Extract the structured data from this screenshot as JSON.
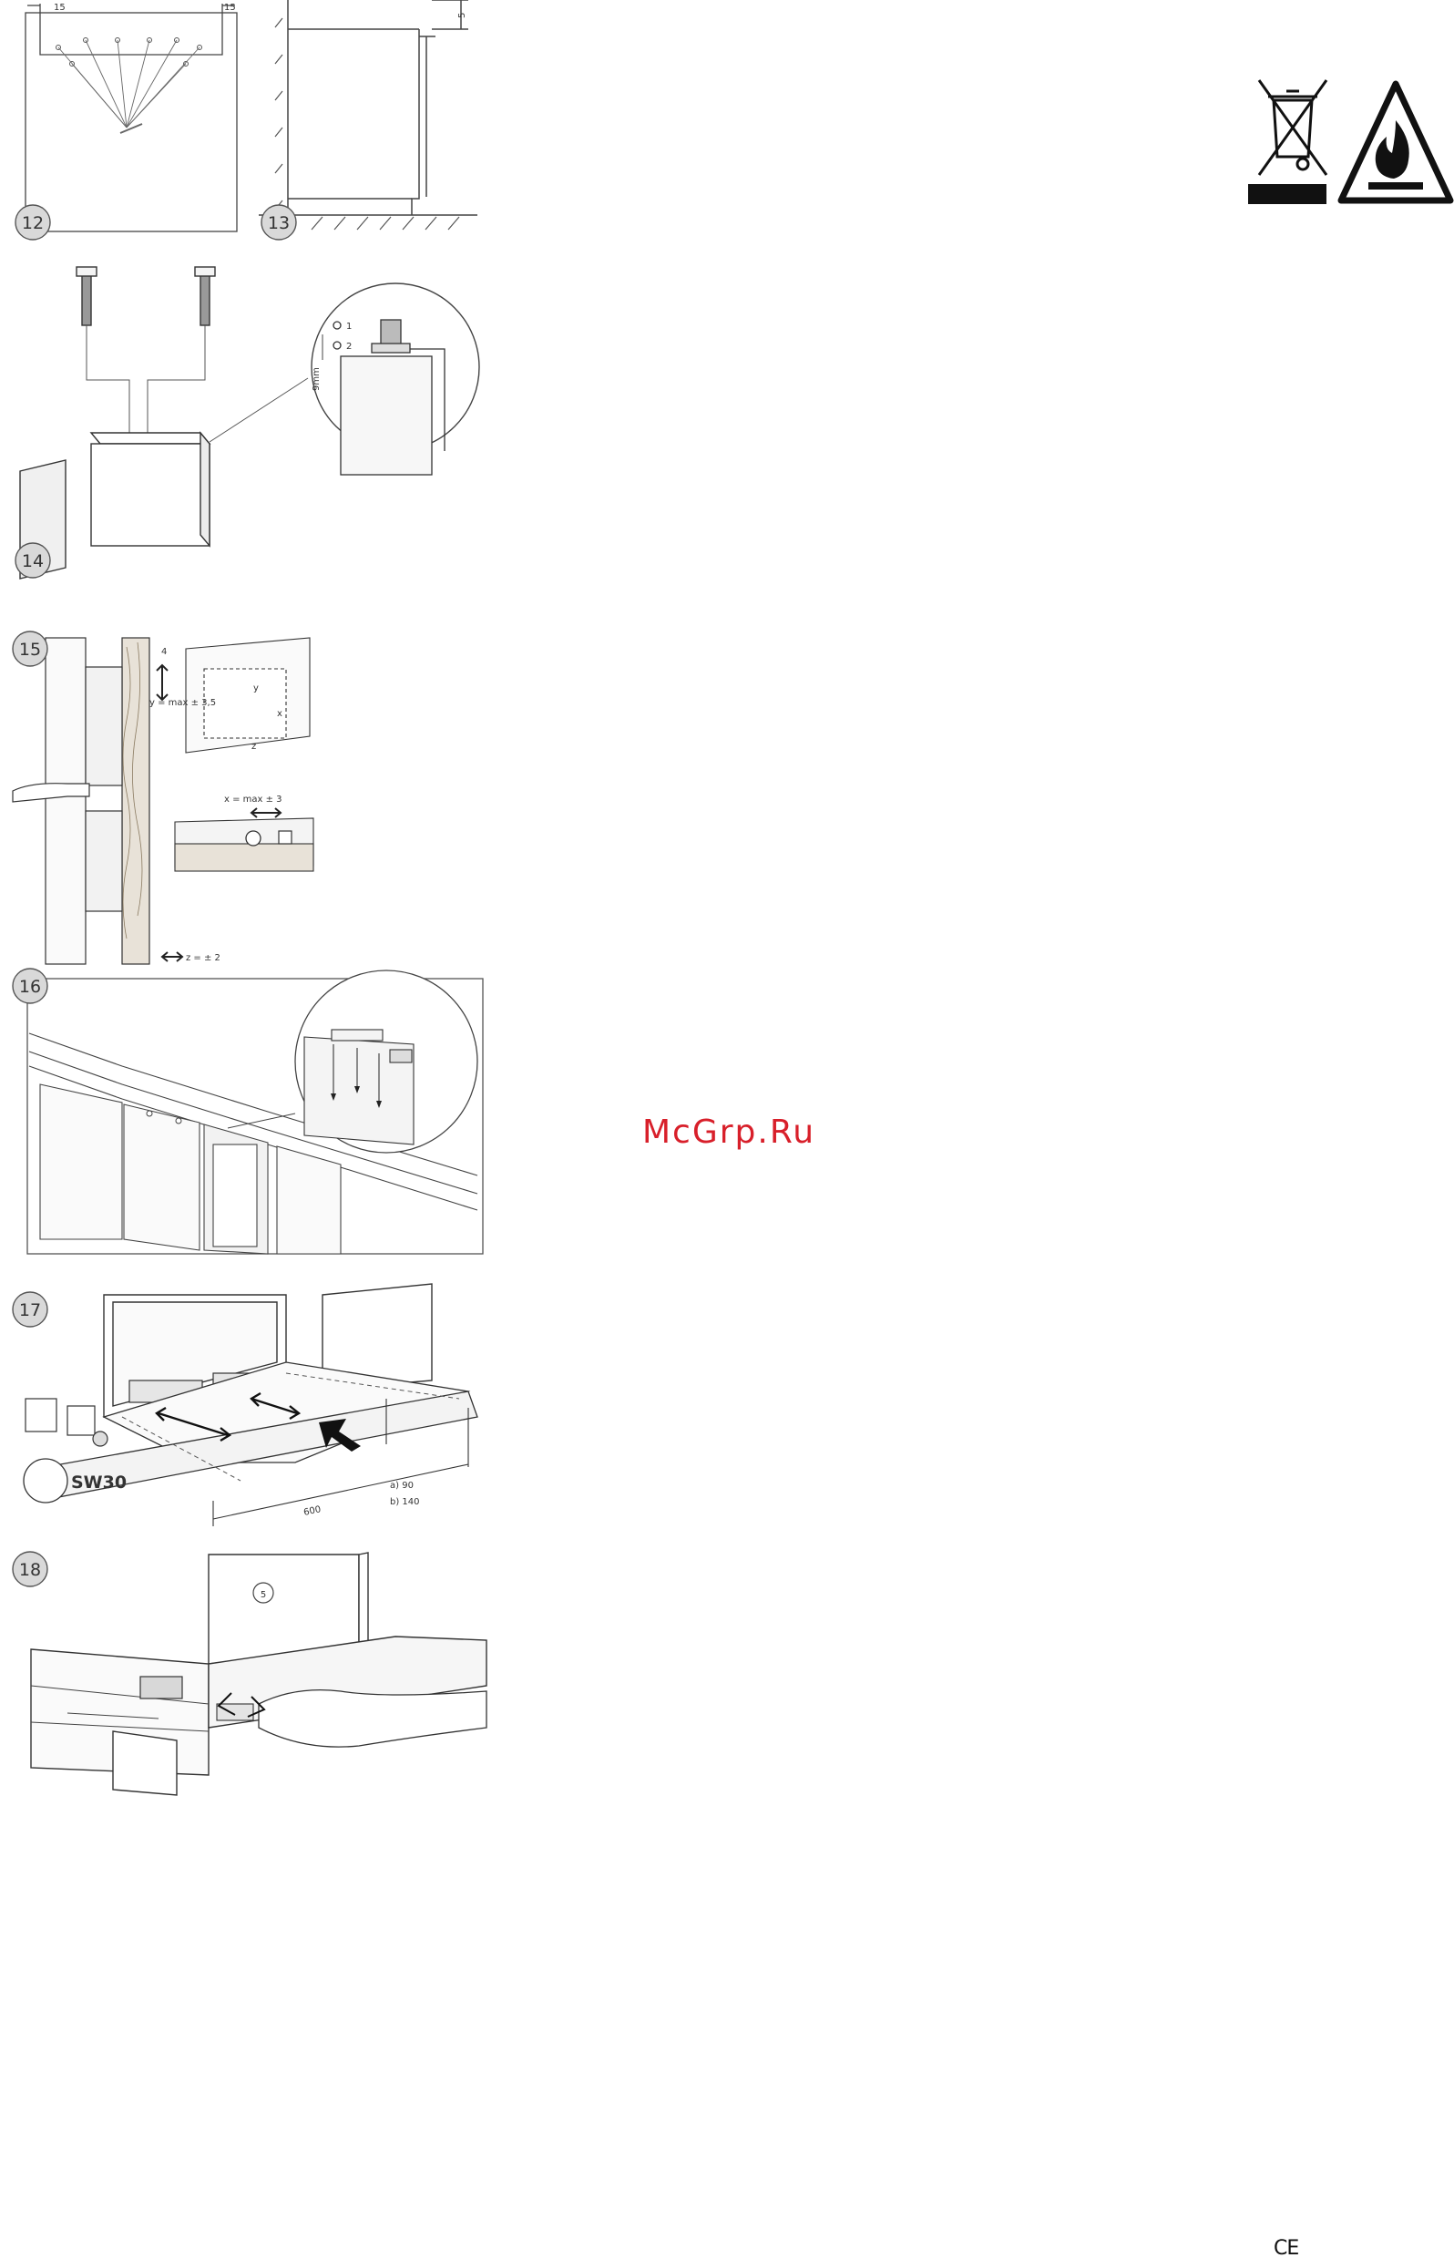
{
  "page": {
    "watermark": "McGrp.Ru",
    "ce_mark": "CE"
  },
  "figures": {
    "f12": {
      "number": "12",
      "dim_left": "15",
      "dim_right": "15"
    },
    "f13": {
      "number": "13",
      "dim_top": "5"
    },
    "f14": {
      "number": "14",
      "detail_label": "9mm",
      "callout_a": "1",
      "callout_b": "2"
    },
    "f15": {
      "number": "15",
      "label_y": "y = max ± 3,5",
      "label_x": "x = max ± 3",
      "label_z": "z = ± 2",
      "axis_y": "y",
      "axis_x": "x",
      "axis_z": "z",
      "callout": "4"
    },
    "f16": {
      "number": "16"
    },
    "f17": {
      "number": "17",
      "tool": "SW30",
      "dim_600": "600",
      "dim_a": "a) 90",
      "dim_b": "b) 140"
    },
    "f18": {
      "number": "18",
      "callout": "5"
    }
  },
  "symbols": {
    "weee": {
      "name": "crossed-out-wheelie-bin-icon"
    },
    "flammable": {
      "name": "flammable-warning-icon"
    }
  }
}
